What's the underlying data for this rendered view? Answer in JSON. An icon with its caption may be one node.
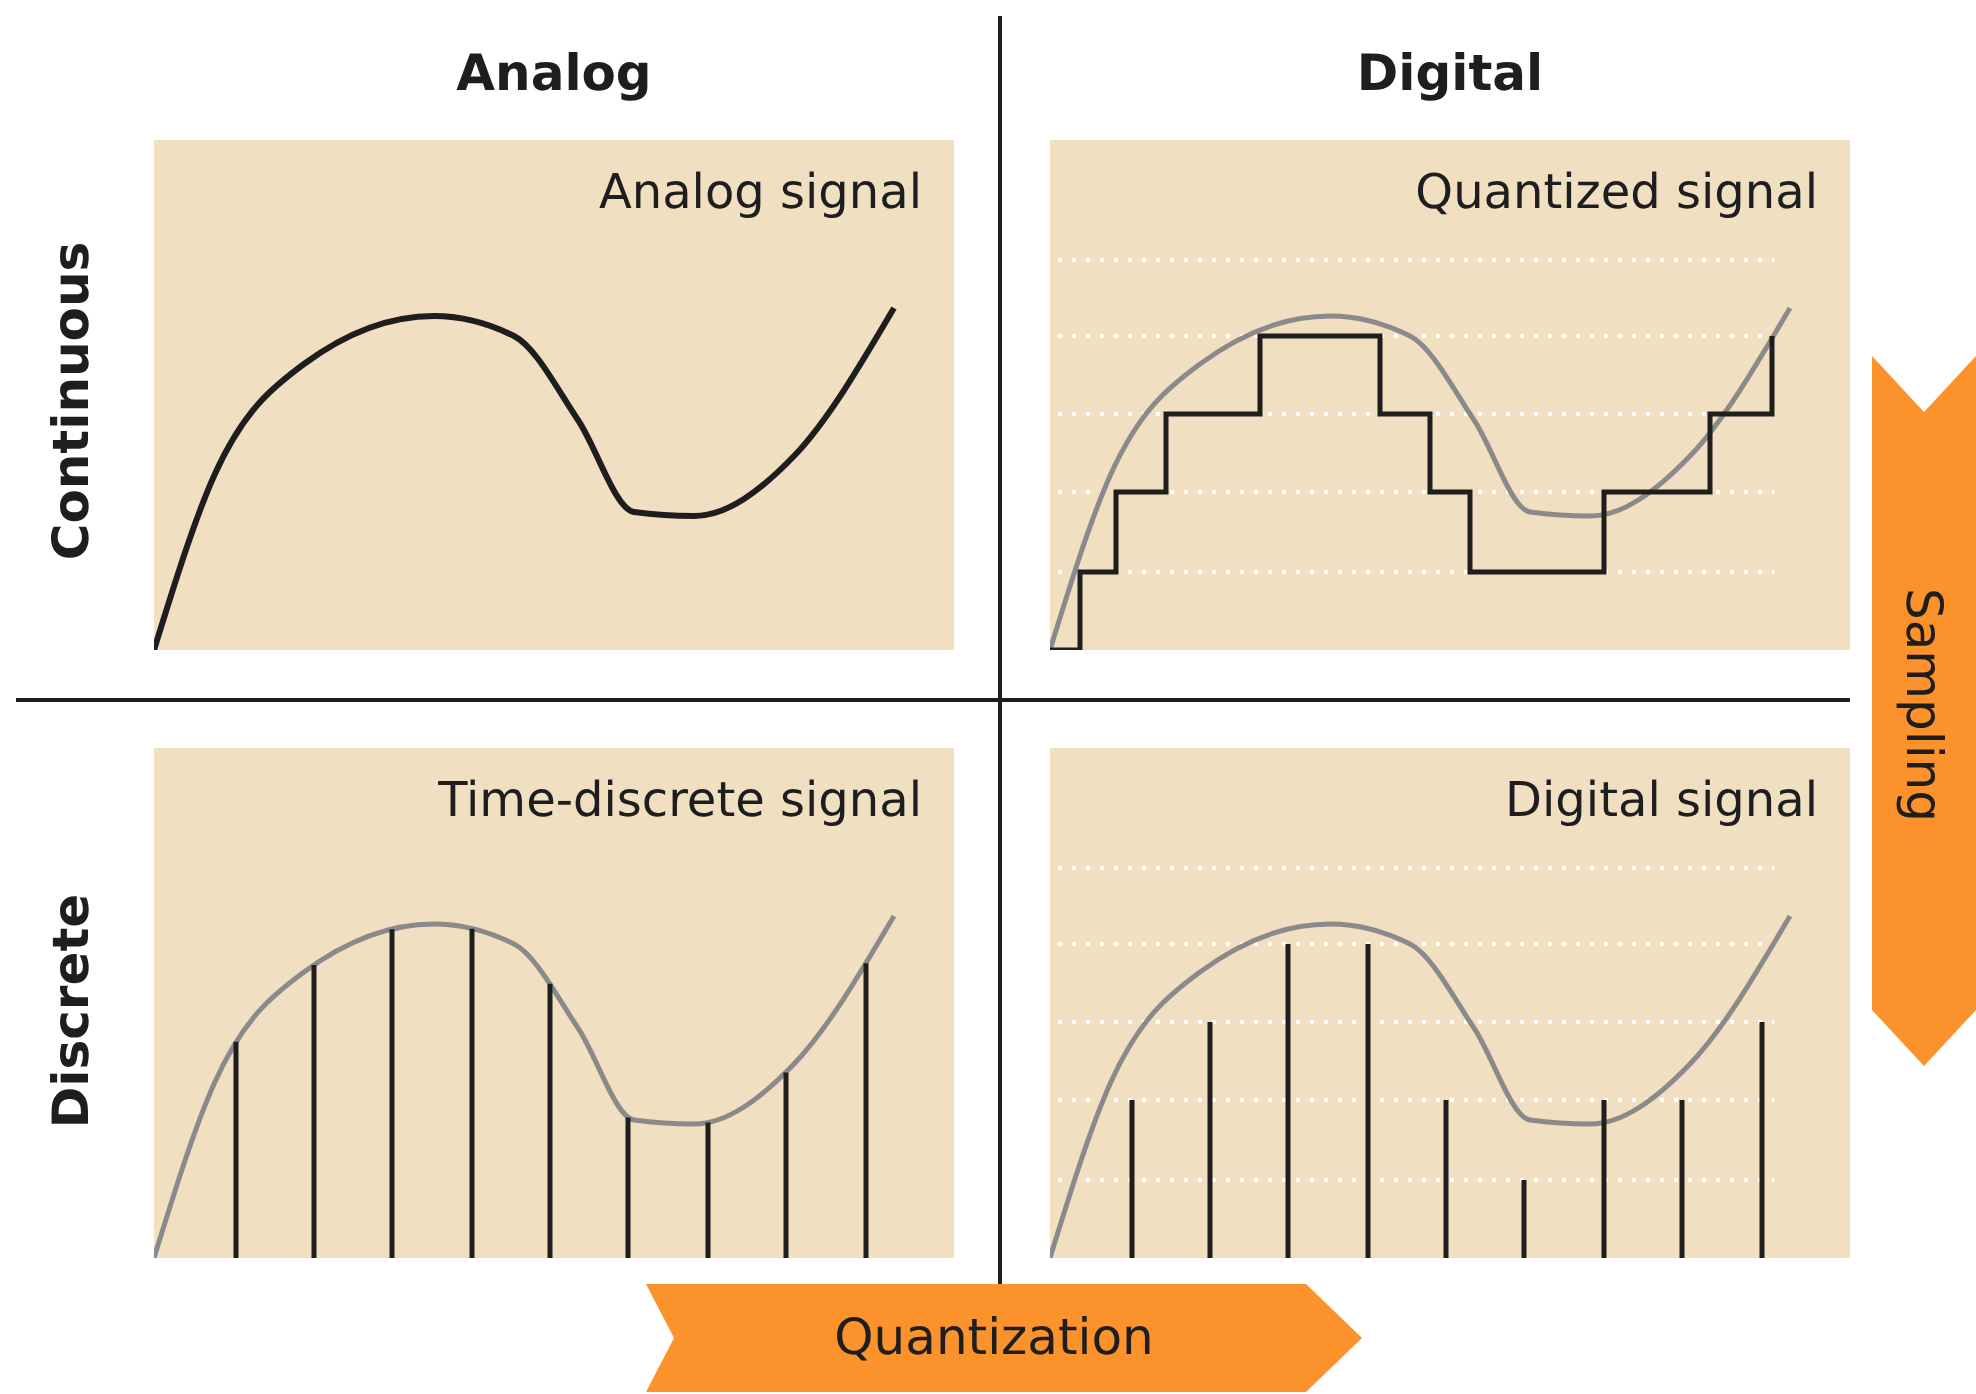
{
  "diagram": {
    "nodes": [
      {
        "text": [
          "Analog signal"
        ]
      },
      {
        "text": [
          "Quantized signal"
        ]
      },
      {
        "text": [
          "Time-discrete signal"
        ]
      },
      {
        "text": [
          "Digital signal"
        ]
      },
      {
        "text": [
          "Quantization"
        ]
      },
      {
        "text": [
          "Sampling"
        ]
      }
    ],
    "edges": [],
    "labels": [
      "Analog",
      "Digital",
      "Continuous",
      "Discrete"
    ]
  }
}
